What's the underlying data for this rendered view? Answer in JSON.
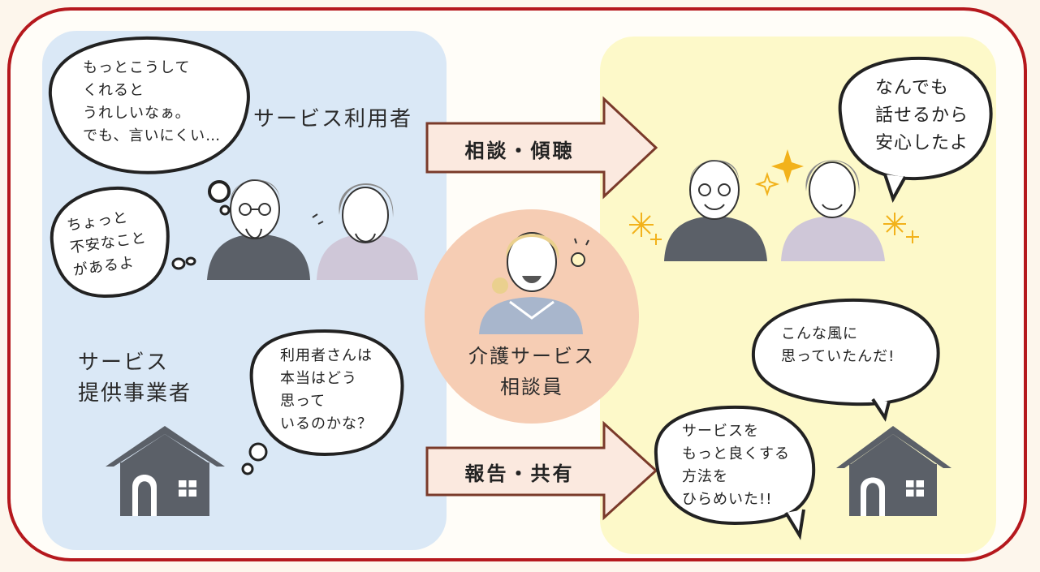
{
  "colors": {
    "frame": "#b5181d",
    "left_panel": "#dae8f6",
    "right_panel": "#fdf9c9",
    "arrow_fill": "#fbe9df",
    "arrow_stroke": "#7a3a2a",
    "center_circle": "#f6cdb4",
    "house": "#5b6068",
    "sparkle": "#f2b21b"
  },
  "bubbles": {
    "user_wish": "もっとこうして\nくれると\nうれしいなぁ。\nでも、言いにくい…",
    "user_worry": "ちょっと\n不安なこと\nがあるよ",
    "provider_question": "利用者さんは\n本当はどう\n思って\nいるのかな？",
    "user_relief": "なんでも\n話せるから\n安心したよ",
    "provider_surprise": "こんな風に\n思っていたんだ!",
    "provider_idea": "サービスを\nもっと良くする\n方法を\nひらめいた!!"
  },
  "labels": {
    "service_user": "サービス利用者",
    "service_provider": "サービス\n提供事業者",
    "counselor": "介護サービス\n相談員"
  },
  "arrows": {
    "consult": "相談・傾聴",
    "report": "報告・共有"
  },
  "icons": {
    "house": "house-icon",
    "lightbulb": "lightbulb-icon",
    "sparkle": "sparkle-icon"
  }
}
